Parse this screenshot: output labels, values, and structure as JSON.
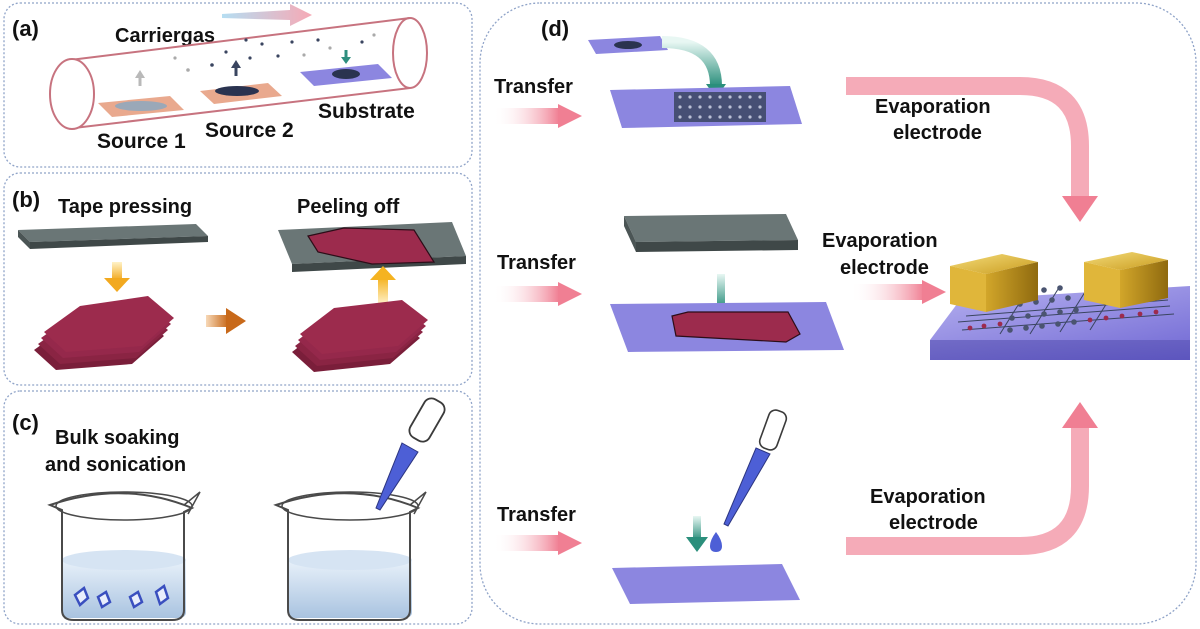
{
  "panels": {
    "a": {
      "label": "(a)",
      "carrier_gas": "Carriergas",
      "source1": "Source 1",
      "source2": "Source 2",
      "substrate": "Substrate"
    },
    "b": {
      "label": "(b)",
      "tape_pressing": "Tape pressing",
      "peeling_off": "Peeling off"
    },
    "c": {
      "label": "(c)",
      "line1": "Bulk soaking",
      "line2": "and sonication"
    },
    "d": {
      "label": "(d)",
      "transfer": "Transfer",
      "evap_line1": "Evaporation",
      "evap_line2": "electrode"
    }
  },
  "colors": {
    "panel_border": "#8fa3c8",
    "substrate": "#8c86e0",
    "flake": "#9c2b4d",
    "tape": "#5f6b6b",
    "arrow_pink": "#f08a9c",
    "arrow_teal": "#2f8f7f",
    "arrow_yellow": "#f5b82e",
    "electrode": "#caa22a"
  }
}
